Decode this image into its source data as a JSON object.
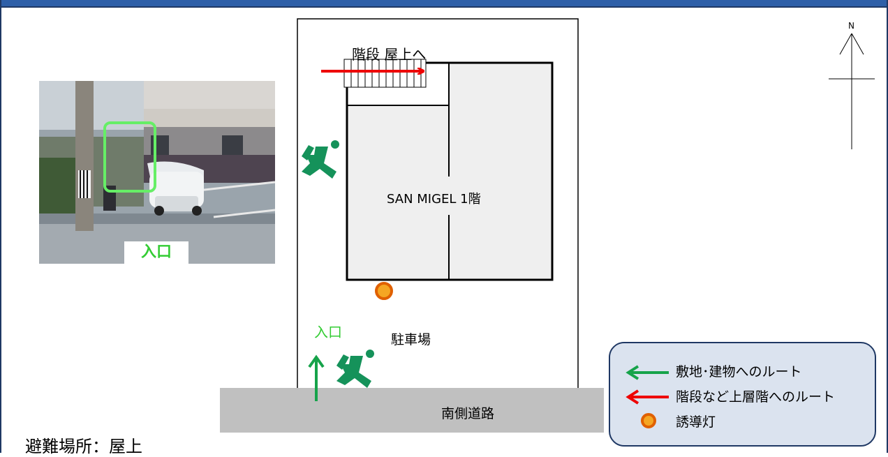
{
  "map": {
    "stairs_label": "階段 屋上へ",
    "building_label": "SAN MIGEL 1階",
    "parking_label": "駐車場",
    "entrance_label": "入口",
    "road_label": "南側道路",
    "compass_label": "N",
    "evacuation_label": "避難場所：屋上"
  },
  "photo": {
    "entrance_caption": "入口"
  },
  "legend": {
    "items": [
      {
        "icon": "green-arrow-icon",
        "label": "敷地･建物へのルート"
      },
      {
        "icon": "red-arrow-icon",
        "label": "階段など上層階へのルート"
      },
      {
        "icon": "guide-light-icon",
        "label": "誘導灯"
      }
    ]
  },
  "colors": {
    "ground_route": "#16a34a",
    "upper_route": "#ee0000",
    "guide_light_fill": "#f5a623",
    "guide_light_ring": "#e06000",
    "exit_person": "#15925a",
    "road": "#c0c0c0",
    "building_floor": "#efefef",
    "legend_fill": "#dbe3ef",
    "header_bar": "#2e5fa8"
  }
}
